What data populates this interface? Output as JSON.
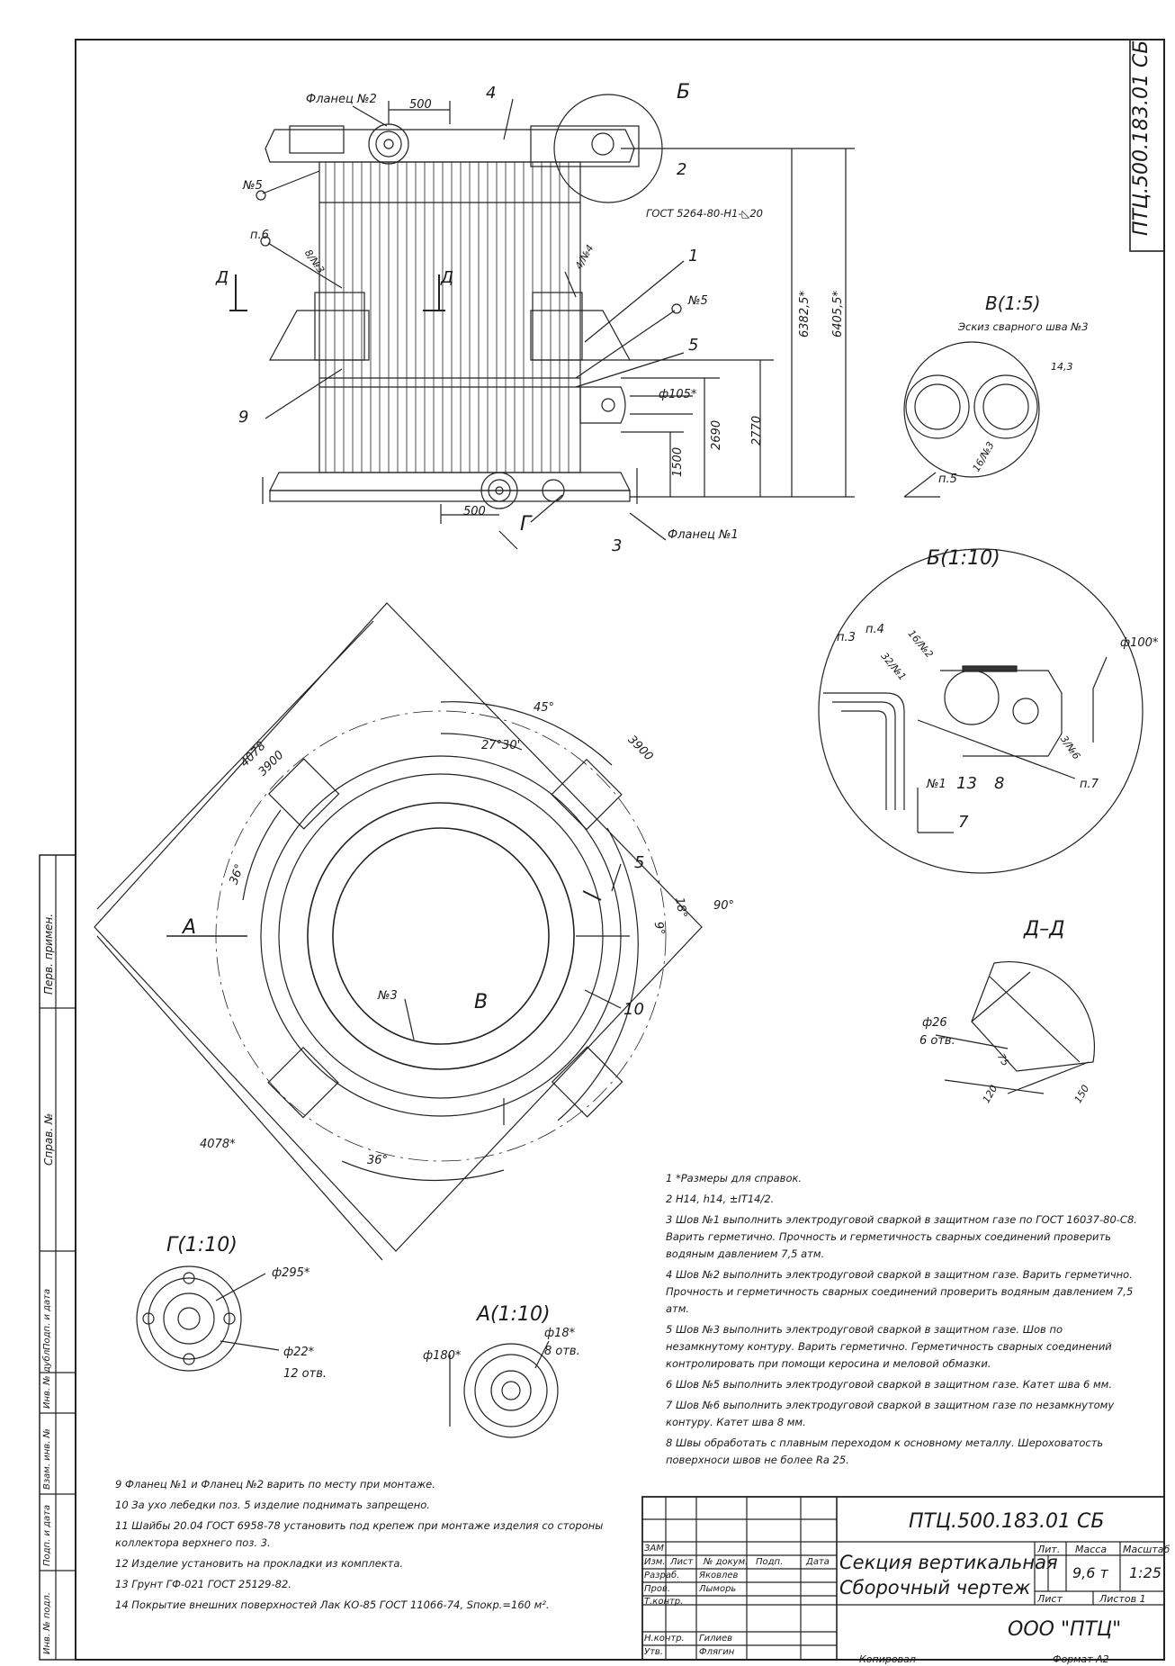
{
  "designation": "ПТЦ.500.183.01 СБ",
  "labels": {
    "flange2": "Фланец №2",
    "flange1": "Фланец №1",
    "dim500_top": "500",
    "dim500_bottom": "500",
    "pos4": "4",
    "pos2": "2",
    "pos1": "1",
    "pos5": "5",
    "pos9": "9",
    "pos3": "3",
    "posB_top": "Б",
    "posG_top": "Г",
    "seam5_a": "№5",
    "seam5_b": "№5",
    "p6": "п.6",
    "seam8n3": "8/№3",
    "seam4n4": "4/№4",
    "gost_weld": "ГОСТ 5264-80-Н1-◺20",
    "d_left": "Д",
    "d_right": "Д",
    "phi105": "ф105*",
    "h6382": "6382,5*",
    "h6405": "6405,5*",
    "h1500": "1500",
    "h2690": "2690",
    "h2770": "2770",
    "view_v": "В(1:5)",
    "view_v_sub": "Эскиз сварного шва №3",
    "v_14_3": "14,3",
    "v_16n3": "16/№3",
    "v_p5": "п.5",
    "view_b": "Б(1:10)",
    "b_p3": "п.3",
    "b_p4": "п.4",
    "b_16n2": "16/№2",
    "b_32n1": "32/№1",
    "b_phi100": "ф100*",
    "b_3n6": "3/№6",
    "b_n1": "№1",
    "b_13": "13",
    "b_8": "8",
    "b_7": "7",
    "b_p7": "п.7",
    "plan_4078": "4078",
    "plan_3900_a": "3900",
    "plan_3900_b": "3900",
    "plan_45": "45°",
    "plan_27": "27°30'",
    "plan_36a": "36°",
    "plan_36b": "36°",
    "plan_18": "18°",
    "plan_9": "9°",
    "plan_90": "90°",
    "plan_A": "А",
    "plan_5": "5",
    "plan_10": "10",
    "plan_n3": "№3",
    "plan_B": "В",
    "plan_4078b": "4078*",
    "view_dd": "Д–Д",
    "dd_phi26": "ф26",
    "dd_6": "6 отв.",
    "dd_75": "75",
    "dd_120": "120",
    "dd_150": "150",
    "view_g": "Г(1:10)",
    "g_phi295": "ф295*",
    "g_phi22": "ф22*",
    "g_12": "12 отв.",
    "view_a": "А(1:10)",
    "a_phi18": "ф18*",
    "a_8": "8 отв.",
    "a_phi180": "ф180*"
  },
  "notes_right": [
    "1  *Размеры для справок.",
    "2  Н14, h14, ±IT14/2.",
    "3  Шов №1 выполнить электродуговой сваркой в защитном газе по ГОСТ 16037-80-С8. Варить герметично.  Прочность и герметичность сварных соединений проверить водяным давлением 7,5 атм.",
    "4  Шов №2 выполнить электродуговой сваркой в защитном газе. Варить герметично.  Прочность и герметичность сварных соединений проверить водяным давлением 7,5 атм.",
    "5  Шов №3 выполнить электродуговой сваркой в защитном газе. Шов по незамкнутому контуру. Варить герметично.  Герметичность сварных соединений контролировать при помощи керосина и меловой обмазки.",
    "6  Шов №5 выполнить электродуговой сваркой в защитном газе. Катет шва 6 мм.",
    "7  Шов №6 выполнить электродуговой сваркой в защитном газе по незамкнутому контуру. Катет шва 8 мм.",
    "8  Швы обработать с плавным переходом к основному металлу. Шероховатость поверхноси швов не более Ra 25."
  ],
  "notes_left": [
    "9  Фланец №1 и Фланец №2 варить по месту при монтаже.",
    "10  За ухо лебедки поз. 5 изделие поднимать запрещено.",
    "11  Шайбы 20.04 ГОСТ 6958-78 установить под крепеж при монтаже изделия со стороны коллектора верхнего поз. 3.",
    "12  Изделие установить на прокладки из комплекта.",
    "13  Грунт ГФ-021 ГОСТ 25129-82.",
    "14  Покрытие внешних поверхностей Лак КО-85 ГОСТ 11066-74, Sпокр.=160 м²."
  ],
  "title_block": {
    "designation": "ПТЦ.500.183.01 СБ",
    "name_line1": "Секция вертикальная",
    "name_line2": "Сборочный чертеж",
    "h_lit": "Лит.",
    "h_mass": "Масса",
    "h_scale": "Масштаб",
    "mass": "9,6 т",
    "scale": "1:25",
    "sheet": "Лист",
    "sheets": "Листов   1",
    "org": "ООО \"ПТЦ\"",
    "rev": "ЗАМ",
    "h_izm": "Изм.",
    "h_list": "Лист",
    "h_doc": "№ докум.",
    "h_sign": "Подп.",
    "h_date": "Дата",
    "r_razrab": "Разраб.",
    "n_razrab": "Яковлев",
    "r_prov": "Пров.",
    "n_prov": "Лыморь",
    "r_tkontr": "Т.контр.",
    "r_nkontr": "Н.контр.",
    "n_nkontr": "Гилиев",
    "r_utv": "Утв.",
    "n_utv": "Флягин",
    "copied": "Копировал",
    "format": "Формат   А2"
  },
  "side_stamps": [
    "Перв. примен.",
    "Справ. №",
    "Подп. и дата",
    "Инв. № дубл.",
    "Взам. инв. №",
    "Подп. и дата",
    "Инв. № подл."
  ]
}
